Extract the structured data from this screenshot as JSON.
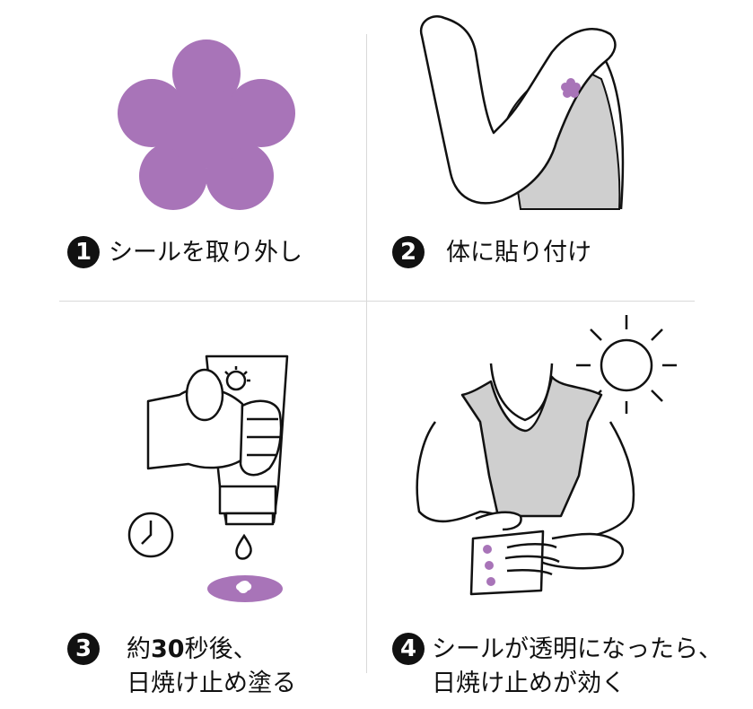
{
  "steps": [
    {
      "number": "1",
      "text": "シールを取り外し"
    },
    {
      "number": "2",
      "text": "体に貼り付け"
    },
    {
      "number": "3",
      "line1_pre": "約",
      "line1_num": "30",
      "line1_post": "秒後、",
      "line2": "日焼け止め塗る"
    },
    {
      "number": "4",
      "line1": "シールが透明になったら、",
      "line2": "日焼け止めが効く"
    }
  ],
  "colors": {
    "sticker": "#a874b8",
    "shirt": "#cfcfcf",
    "line": "#111111",
    "divider": "#d9d9d9"
  },
  "icons": [
    "flower-sticker-icon",
    "arm-with-sticker-icon",
    "sunscreen-tube-icon",
    "clock-icon",
    "sun-icon",
    "person-with-sticker-sheet-icon"
  ]
}
